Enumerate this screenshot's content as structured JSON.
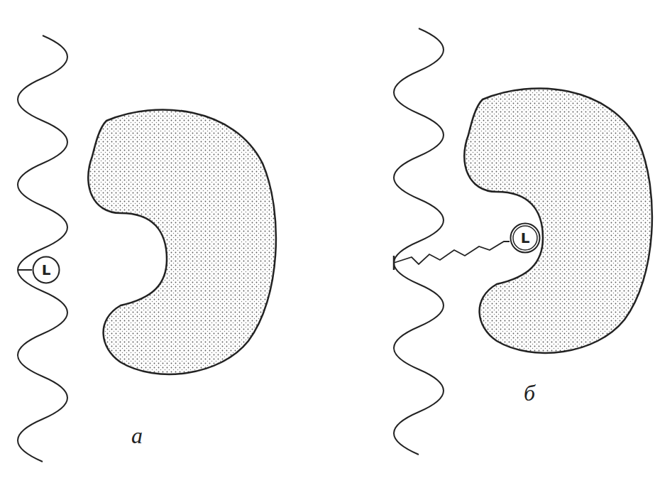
{
  "diagram": {
    "nodes": [
      {
        "text": [
          "L"
        ]
      },
      {
        "text": [
          "L"
        ]
      }
    ],
    "labels": [
      "а",
      "б"
    ]
  }
}
